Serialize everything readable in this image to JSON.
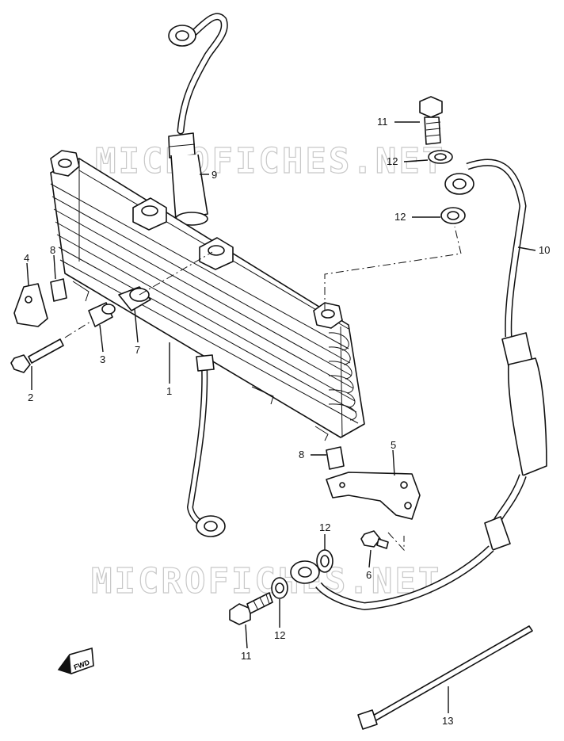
{
  "watermark": {
    "text": "MICROFICHES.NET"
  },
  "fwd_badge": {
    "text": "FWD"
  },
  "callouts": [
    {
      "id": "c1",
      "label": "1"
    },
    {
      "id": "c2",
      "label": "2"
    },
    {
      "id": "c3",
      "label": "3"
    },
    {
      "id": "c4",
      "label": "4"
    },
    {
      "id": "c5",
      "label": "5"
    },
    {
      "id": "c6",
      "label": "6"
    },
    {
      "id": "c7",
      "label": "7"
    },
    {
      "id": "c8a",
      "label": "8"
    },
    {
      "id": "c8b",
      "label": "8"
    },
    {
      "id": "c9",
      "label": "9"
    },
    {
      "id": "c10",
      "label": "10"
    },
    {
      "id": "c11a",
      "label": "11"
    },
    {
      "id": "c11b",
      "label": "11"
    },
    {
      "id": "c12a",
      "label": "12"
    },
    {
      "id": "c12b",
      "label": "12"
    },
    {
      "id": "c12c",
      "label": "12"
    },
    {
      "id": "c12d",
      "label": "12"
    },
    {
      "id": "c13",
      "label": "13"
    }
  ]
}
